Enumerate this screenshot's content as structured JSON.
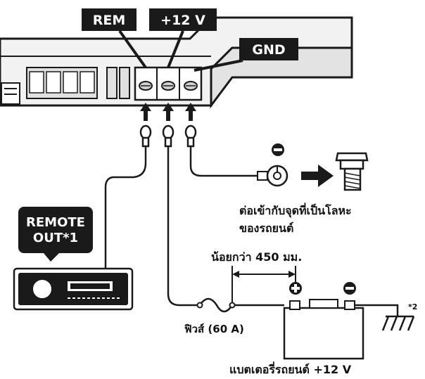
{
  "terminal_tags": {
    "rem": "REM",
    "plus12v": "+12 V",
    "gnd": "GND"
  },
  "head_unit": {
    "remote_out_line1": "REMOTE",
    "remote_out_line2": "OUT*1"
  },
  "labels": {
    "metal_body_line1": "ต่อเข้ากับจุดที่เป็นโลหะ",
    "metal_body_line2": "ของรถยนต์",
    "fuse_distance": "น้อยกว่า 450 มม.",
    "fuse": "ฟิวส์ (60 A)",
    "battery": "แบตเตอรี่รถยนต์ +12 V",
    "ground_note": "*2"
  },
  "colors": {
    "tag_bg": "#1a1a1a",
    "line": "#1a1a1a",
    "amp_fill": "#eeeeee",
    "battery_fill": "#ffffff"
  }
}
